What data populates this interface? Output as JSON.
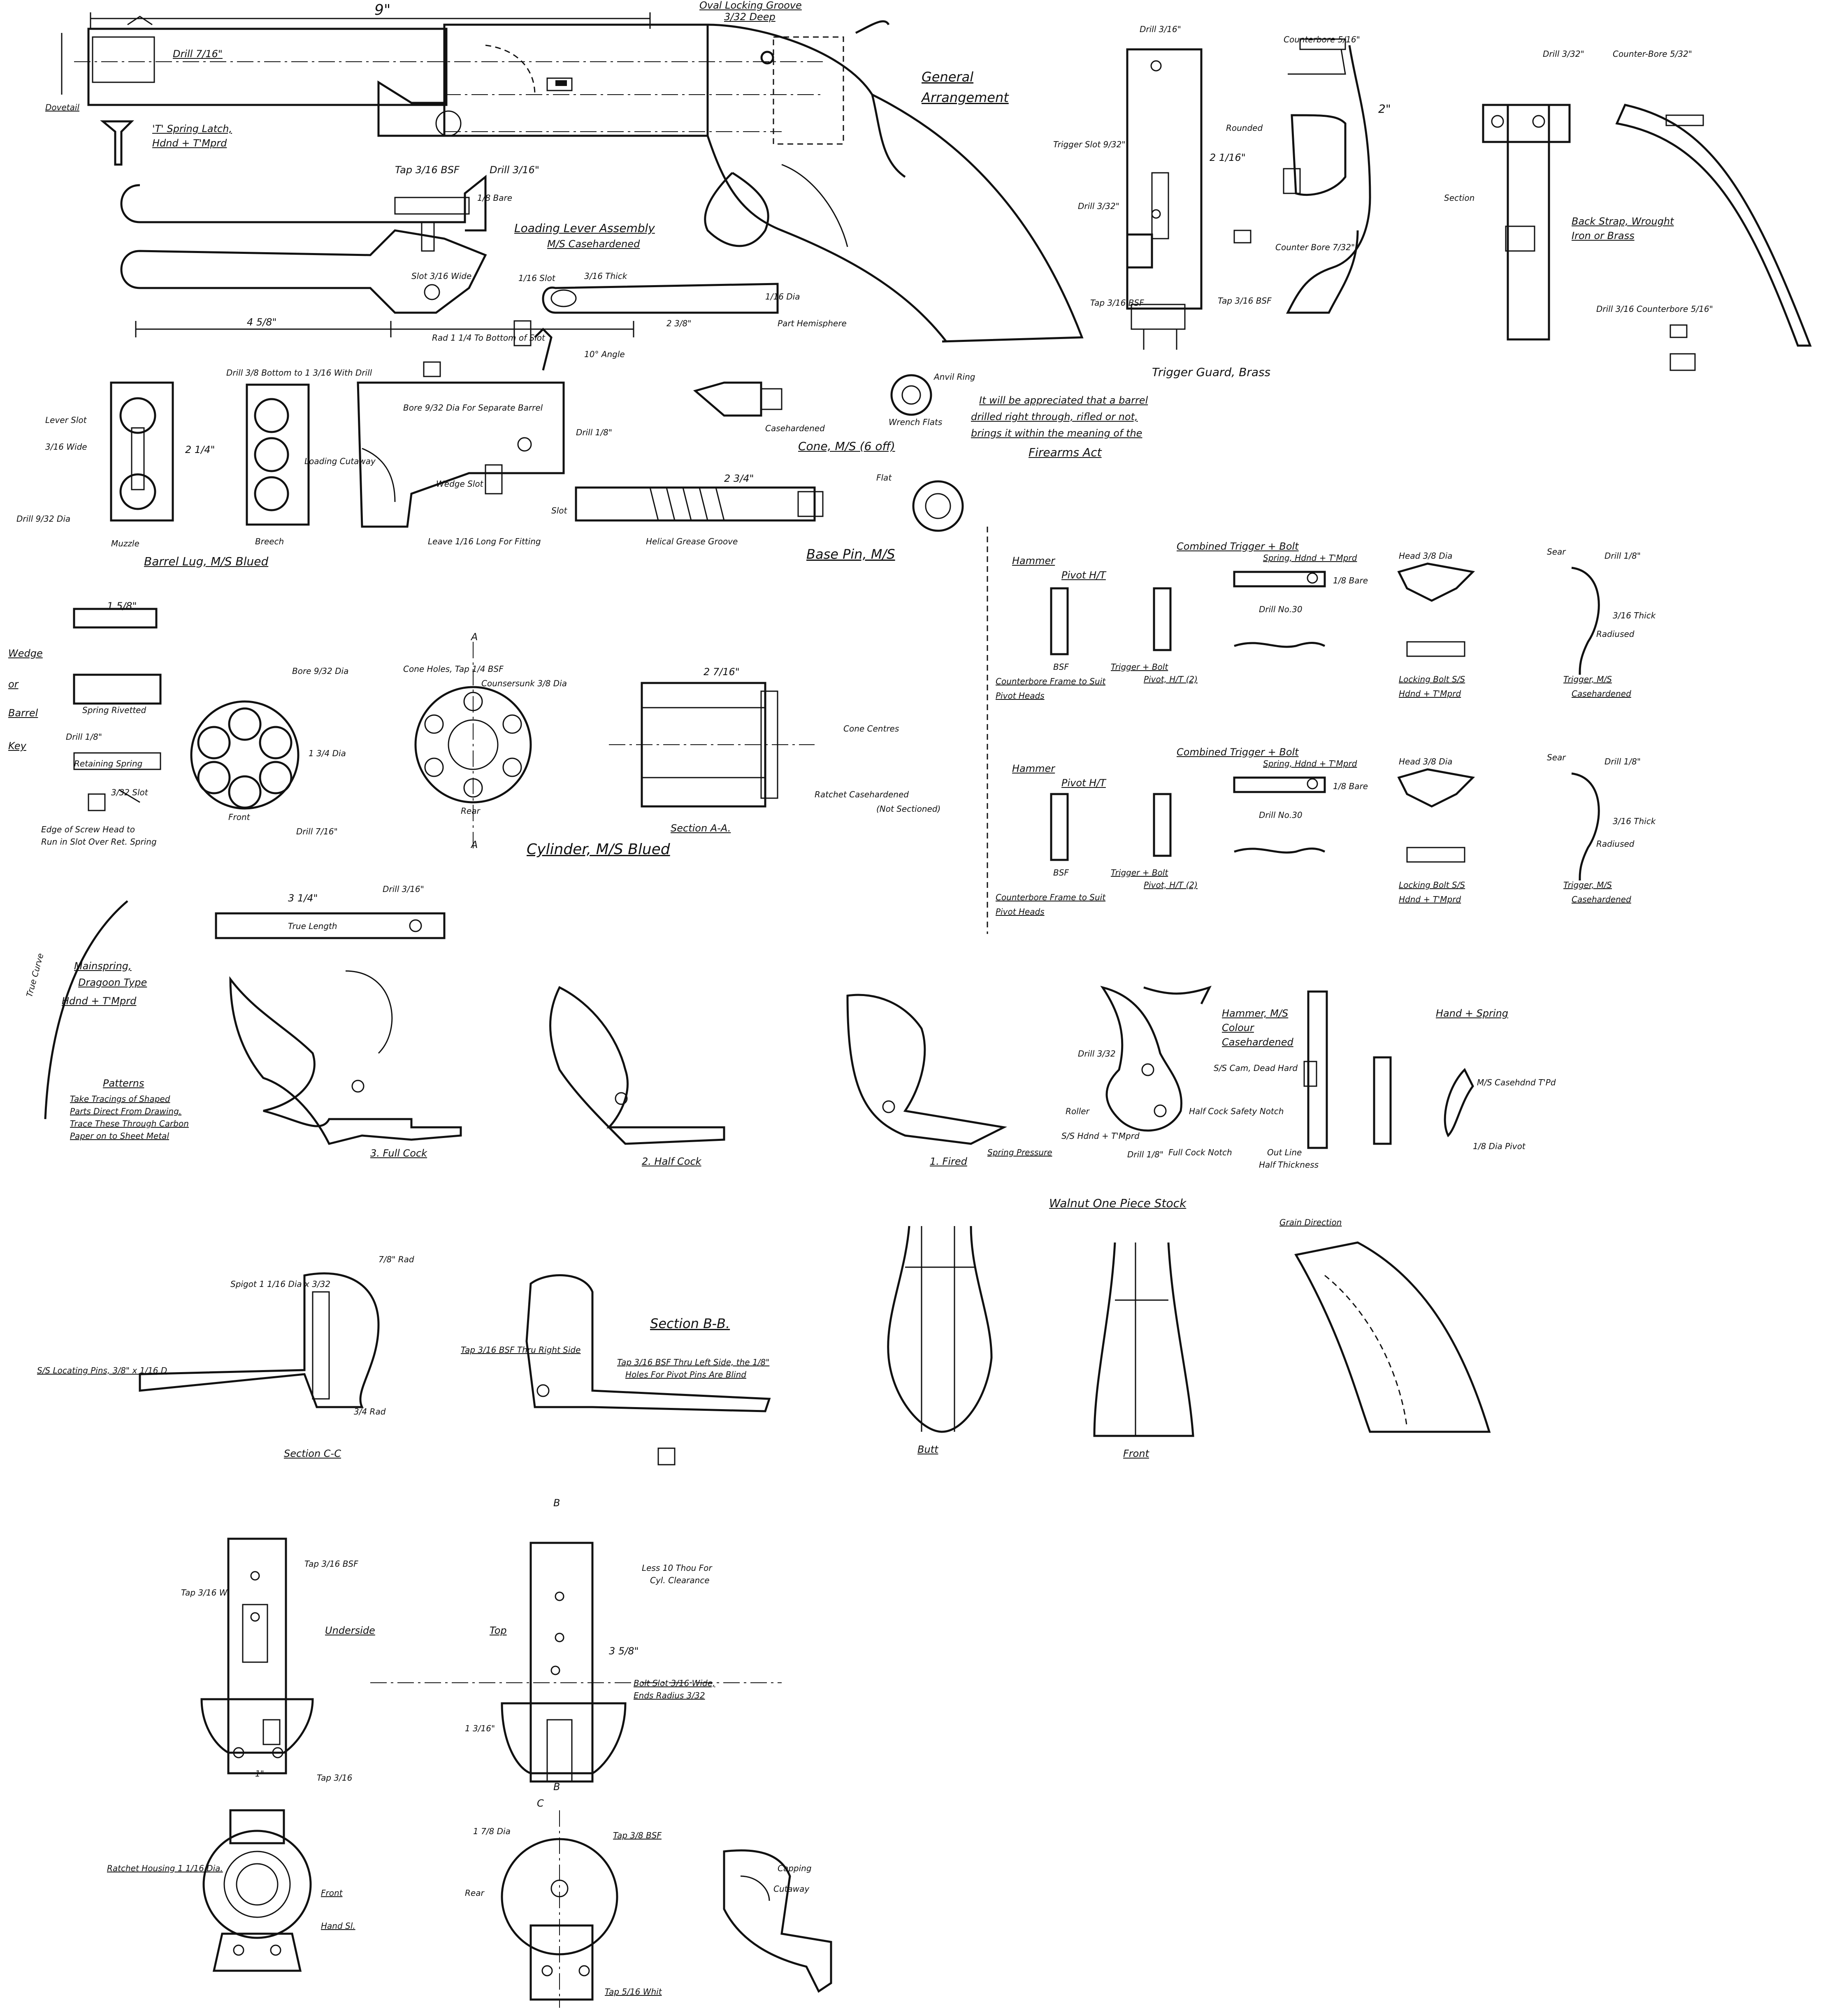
{
  "general": {
    "dim_barrel_length": "9\"",
    "oval_locking_groove": "Oval Locking Groove",
    "oval_depth": "3/32 Deep",
    "drill_barrel": "Drill 7/16\"",
    "general_arrangement_1": "General",
    "general_arrangement_2": "Arrangement",
    "dovetail": "Dovetail",
    "t_spring_latch_1": "'T' Spring Latch,",
    "t_spring_latch_2": "Hdnd + T'Mprd",
    "loading_lever_assembly": "Loading Lever Assembly",
    "loading_lever_sub": "M/S Casehardened",
    "tap_bsf": "Tap 3/16 BSF",
    "drill_3_16": "Drill 3/16\"",
    "bare": "1/8 Bare",
    "slot_wide": "Slot 3/16 Wide",
    "dim_4_5_8": "4 5/8\"",
    "rad_bottom_slot": "Rad 1 1/4 To Bottom of Slot",
    "slot_1_16": "1/16 Slot",
    "thick": "3/16 Thick",
    "part_hemisphere": "Part Hemisphere",
    "dia": "1/16 Dia",
    "angle": "10° Angle",
    "dim_2_3_8": "2 3/8\""
  },
  "trigger_guard": {
    "drill": "Drill 3/16\"",
    "counterbore": "Counterbore 5/16\"",
    "dim_2": "2\"",
    "trigger_slot": "Trigger Slot 9/32\"",
    "rounded": "Rounded",
    "dim_2_1_16": "2 1/16\"",
    "drill_3_32": "Drill 3/32\"",
    "counter_bore": "Counter Bore 7/32\"",
    "tap_bsf": "Tap 3/16 BSF",
    "tap_bsf_2": "Tap 3/16 BSF",
    "title": "Trigger Guard, Brass"
  },
  "back_strap": {
    "drill": "Drill 3/32\"",
    "counterbore": "Counter-Bore 5/32\"",
    "section": "Section",
    "title_1": "Back Strap, Wrought",
    "title_2": "Iron or Brass",
    "drill_counterbore": "Drill 3/16 Counterbore 5/16\""
  },
  "barrel_lug": {
    "lever_slot": "Lever Slot",
    "lever_slot_sub": "3/16 Wide",
    "drill_muzzle": "Drill 9/32 Dia",
    "muzzle": "Muzzle",
    "breech": "Breech",
    "loading_cutaway": "Loading Cutaway",
    "drill_bottom": "Drill 3/8 Bottom to 1 3/16 With Drill",
    "bore_dia": "Bore 9/32 Dia For Separate Barrel",
    "wedge_slot": "Wedge Slot",
    "leave_long": "Leave 1/16 Long For Fitting",
    "drill_1_8": "Drill 1/8\"",
    "dim_2_1_4": "2 1/4\"",
    "title": "Barrel Lug, M/S Blued"
  },
  "cone": {
    "casehardened": "Casehardened",
    "title": "Cone, M/S (6 off)",
    "anvil_ring": "Anvil Ring",
    "wrench_flats": "Wrench Flats"
  },
  "base_pin": {
    "helical_grease_groove": "Helical Grease Groove",
    "flat": "Flat",
    "title": "Base Pin, M/S",
    "dim_2_3_4": "2 3/4\"",
    "slot": "Slot"
  },
  "note": {
    "line_1": "It will be appreciated that a barrel",
    "line_2": "drilled right through, rifled or not,",
    "line_3": "brings it within the meaning of the",
    "line_4": "Firearms Act"
  },
  "wedge": {
    "w1": "Wedge",
    "w2": "or",
    "w3": "Barrel",
    "w4": "Key",
    "dim_1_5_8": "1 5/8\"",
    "spring_rivetted": "Spring Rivetted",
    "retaining_spring": "Retaining Spring",
    "slot": "3/32 Slot",
    "edge_note_1": "Edge of Screw Head to",
    "edge_note_2": "Run in Slot Over Ret. Spring",
    "drill": "Drill 1/8\""
  },
  "cylinder": {
    "bore": "Bore 9/32 Dia",
    "dia": "1 3/4 Dia",
    "front": "Front",
    "drill": "Drill 7/16\"",
    "cone_holes": "Cone Holes, Tap 1/4 BSF",
    "counsersunk": "Counsersunk 3/8 Dia",
    "rear": "Rear",
    "a_top": "A",
    "a_bottom": "A",
    "dim_2_7_16": "2 7/16\"",
    "cone_centres": "Cone Centres",
    "ratchet": "Ratchet Casehardened",
    "ratchet_sub": "(Not Sectioned)",
    "section_aa": "Section A-A.",
    "title": "Cylinder, M/S Blued"
  },
  "hammer_block_1": {
    "hammer": "Hammer",
    "pivot": "Pivot H/T",
    "combined": "Combined Trigger + Bolt",
    "spring": "Spring, Hdnd + T'Mprd",
    "head_dia": "Head 3/8 Dia",
    "sear": "Sear",
    "drill": "Drill 1/8\"",
    "bare": "1/8 Bare",
    "drill_no": "Drill No.30",
    "thick": "3/16 Thick",
    "bsf": "BSF",
    "trigger_bolt_pivot": "Trigger + Bolt",
    "pivot_ht": "Pivot, H/T (2)",
    "counterbore_frame": "Counterbore Frame to Suit",
    "pivot_heads": "Pivot Heads",
    "locking_bolt": "Locking Bolt S/S",
    "hdnd": "Hdnd + T'Mprd",
    "trigger": "Trigger, M/S",
    "casehardened": "Casehardened",
    "radiused": "Radiused"
  },
  "mainspring": {
    "true_length": "True Length",
    "drill": "Drill 3/16\"",
    "dim_3_1_4": "3 1/4\"",
    "m1": "Mainspring,",
    "m2": "Dragoon Type",
    "m3": "Hdnd + T'Mprd",
    "true_curve": "True Curve",
    "patterns": "Patterns",
    "p1": "Take Tracings of Shaped",
    "p2": "Parts Direct From Drawing.",
    "p3": "Trace These Through Carbon",
    "p4": "Paper on to Sheet Metal"
  },
  "cock_positions": {
    "full_cock": "3. Full Cock",
    "half_cock": "2. Half Cock",
    "fired": "1. Fired",
    "spring_pressure": "Spring Pressure"
  },
  "hammer": {
    "title_1": "Hammer, M/S",
    "title_2": "Colour",
    "title_3": "Casehardened",
    "drill_top": "Drill 3/32",
    "s_s_cam": "S/S Cam, Dead Hard",
    "roller": "Roller",
    "half_cock_notch": "Half Cock Safety Notch",
    "full_cock_notch": "Full Cock Notch",
    "drill": "Drill 1/8\"",
    "ss_hdnd": "S/S Hdnd + T'Mprd",
    "out_line": "Out Line",
    "half_thickness": "Half Thickness",
    "hand_spring": "Hand + Spring",
    "ms_casehd": "M/S Casehdnd T'Pd",
    "dia_pivot": "1/8 Dia Pivot"
  },
  "section_cc": {
    "spigot": "Spigot 1 1/16 Dia x 3/32",
    "rad": "7/8\" Rad",
    "rad_3_4": "3/4 Rad",
    "locating_pins": "S/S Locating Pins, 3/8\" x 1/16 D",
    "title": "Section C-C"
  },
  "section_bb": {
    "title": "Section B-B.",
    "tap_thru": "Tap 3/16 BSF Thru Right Side",
    "tap_left": "Tap 3/16 BSF Thru Left Side, the 1/8\"",
    "tap_left_2": "Holes For Pivot Pins Are Blind"
  },
  "stock": {
    "title": "Walnut One Piece Stock",
    "grain": "Grain Direction",
    "butt": "Butt",
    "front": "Front"
  },
  "frame": {
    "tap_top": "Tap 3/16 BSF",
    "tap_side": "Tap 3/16 W",
    "underside": "Underside",
    "tap_bottom": "Tap 3/16",
    "dim_1": "1\"",
    "top": "Top",
    "b_top": "B",
    "b_bottom": "B",
    "c_label": "C",
    "less_10_thou": "Less 10 Thou For",
    "cyl_clearance": "Cyl. Clearance",
    "dim_3_5_8": "3 5/8\"",
    "bolt_slot": "Bolt Slot 3/16 Wide,",
    "ends_radius": "Ends Radius 3/32",
    "dim_1_3_16": "1 3/16\"",
    "ratchet_housing": "Ratchet Housing 1 1/16 Dia.",
    "front": "Front",
    "hand_sl": "Hand Sl.",
    "dia_1_7_8": "1 7/8 Dia",
    "tap_3_8": "Tap 3/8 BSF",
    "rear": "Rear",
    "tap_whit": "Tap 5/16 Whit",
    "capping": "Capping",
    "cutaway": "Cutaway"
  }
}
